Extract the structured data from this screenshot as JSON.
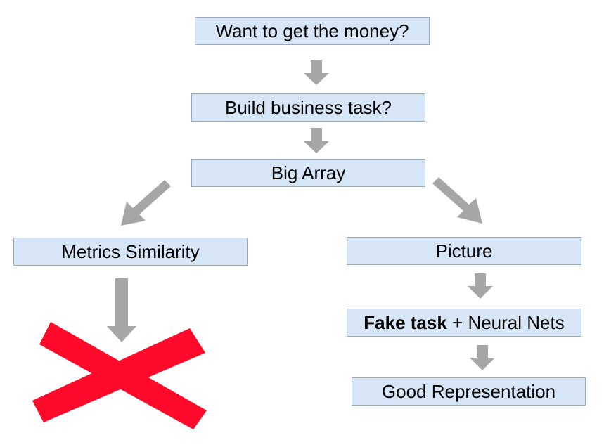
{
  "nodes": {
    "want_money": "Want to get the money?",
    "build_task": "Build business task?",
    "big_array": "Big Array",
    "metrics_similarity": "Metrics Similarity",
    "picture": "Picture",
    "fake_task_bold": "Fake task",
    "fake_task_rest": " + Neural Nets",
    "good_representation": "Good Representation"
  },
  "colors": {
    "box_fill": "#d7e6f6",
    "box_border": "#9aa9b8",
    "arrow": "#a6a6a6",
    "cross": "#ff0a2a"
  },
  "icons": {
    "rejected": "red-x-cross-icon"
  }
}
